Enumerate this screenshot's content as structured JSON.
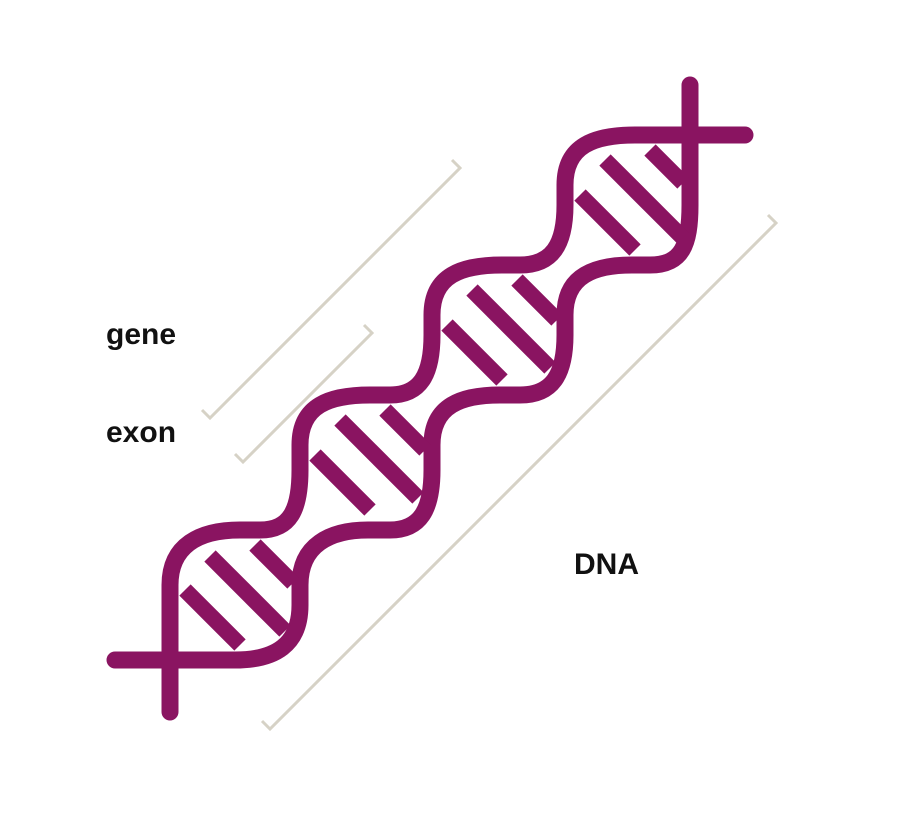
{
  "labels": {
    "gene": "gene",
    "exon": "exon",
    "dna": "DNA"
  },
  "colors": {
    "helix": "#8a1461",
    "bracket": "#d6d2c6",
    "text": "#111111",
    "background": "#ffffff"
  }
}
